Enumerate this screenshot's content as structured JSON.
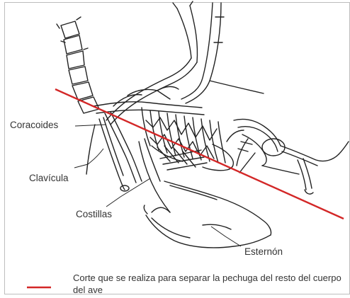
{
  "labels": {
    "coracoides": "Coracoides",
    "clavicula": "Clavícula",
    "costillas": "Costillas",
    "esternon": "Esternón"
  },
  "legend": {
    "text": "Corte que se realiza para separar la pechuga del resto del cuerpo del ave",
    "line_color": "#d32727"
  },
  "colors": {
    "cut_line": "#d32727",
    "drawing_ink": "#222222",
    "text": "#333333"
  }
}
